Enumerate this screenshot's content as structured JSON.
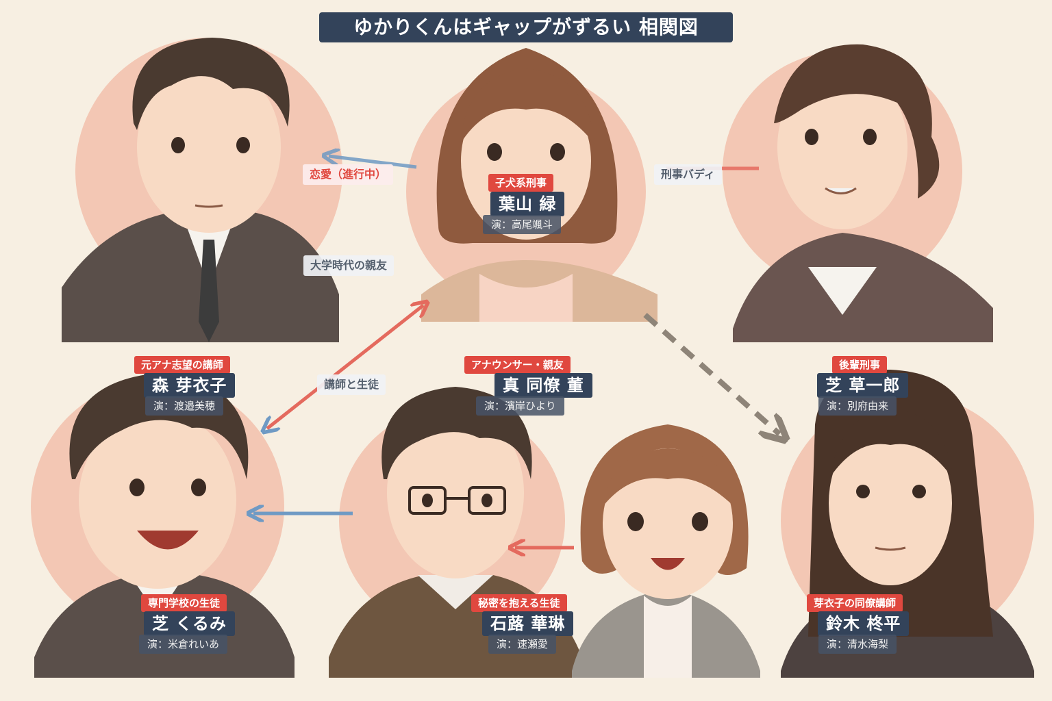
{
  "title": "ゆかりくんはギャップがずるい 相関図",
  "colors": {
    "background": "#f7efe2",
    "circle": "#f3c7b4",
    "tag": "#e0483f",
    "name_box": "#33435a",
    "arrow_red": "#e46a5e",
    "arrow_blue": "#6f9ac4",
    "arrow_gray": "#8e8478"
  },
  "characters": [
    {
      "tag": "子犬系刑事",
      "name": "葉山 緑",
      "actor": "演：高尾颯斗"
    },
    {
      "tag": "元アナ志望の講師",
      "name": "森 芽衣子",
      "actor": "演：渡邉美穂"
    },
    {
      "tag": "アナウンサー・親友",
      "name": "真 同僚 董",
      "actor": "演：濱岸ひより"
    },
    {
      "tag": "後輩刑事",
      "name": "芝 草一郎",
      "actor": "演：別府由来"
    },
    {
      "tag": "専門学校の生徒",
      "name": "芝 くるみ",
      "actor": "演：米倉れいあ"
    },
    {
      "tag": "秘密を抱える生徒",
      "name": "石蕗 華琳",
      "actor": "演：速瀬愛"
    },
    {
      "tag": "芽衣子の同僚講師",
      "name": "鈴木 柊平",
      "actor": "演：清水海梨"
    }
  ],
  "relations": [
    {
      "label": "恋愛（進行中）",
      "style": "love"
    },
    {
      "label": "刑事バディ",
      "style": "normal"
    },
    {
      "label": "大学時代の親友",
      "style": "normal"
    },
    {
      "label": "講師と生徒",
      "style": "normal"
    }
  ]
}
